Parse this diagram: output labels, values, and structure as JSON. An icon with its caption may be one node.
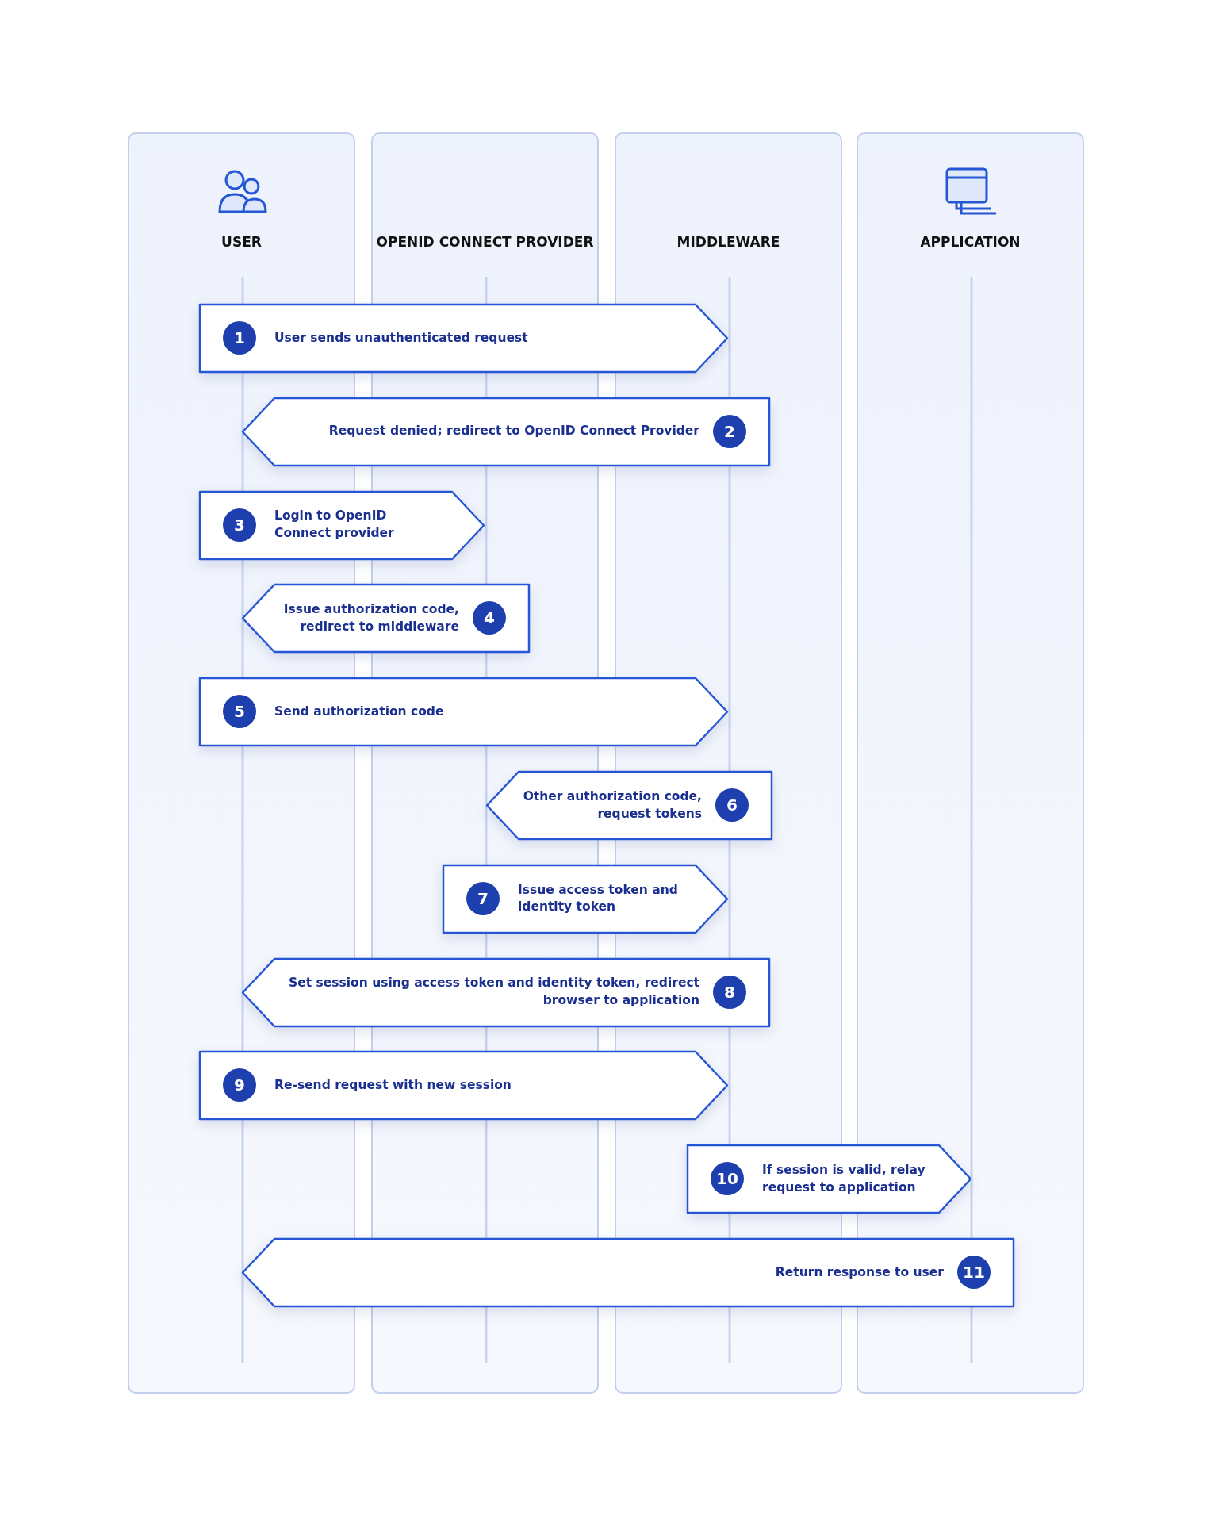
{
  "diagram": {
    "nodes": [
      {
        "text": [
          "USER"
        ]
      },
      {
        "text": [
          "OPENID CONNECT PROVIDER"
        ]
      },
      {
        "text": [
          "MIDDLEWARE"
        ]
      },
      {
        "text": [
          "APPLICATION"
        ]
      },
      {
        "text": [
          "1",
          "User sends unauthenticated request"
        ]
      },
      {
        "text": [
          "Request denied; redirect to OpenID Connect Provider",
          "2"
        ]
      },
      {
        "text": [
          "3",
          "Login to OpenID Connect provider"
        ]
      },
      {
        "text": [
          "Issue authorization code, redirect to middleware",
          "4"
        ]
      },
      {
        "text": [
          "5",
          "Send authorization code"
        ]
      },
      {
        "text": [
          "Other authorization code, request tokens",
          "6"
        ]
      },
      {
        "text": [
          "7",
          "Issue access token and identity token"
        ]
      },
      {
        "text": [
          "Set session using access token and identity token, redirect browser to application",
          "8"
        ]
      },
      {
        "text": [
          "9",
          "Re-send request with new session"
        ]
      },
      {
        "text": [
          "10",
          "If session is valid, relay request to application"
        ]
      },
      {
        "text": [
          "Return response to user",
          "11"
        ]
      }
    ]
  }
}
